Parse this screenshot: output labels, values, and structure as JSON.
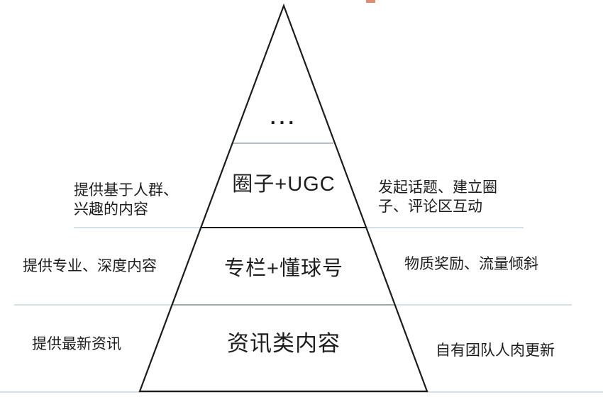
{
  "diagram": {
    "ellipsis": "...",
    "levels": {
      "ugc": {
        "center": "圈子+UGC",
        "left_line1": "提供基于人群、",
        "left_line2": "兴趣的内容",
        "right_line1": "发起话题、建立圈",
        "right_line2": "子、评论区互动"
      },
      "column": {
        "center": "专栏+懂球号",
        "left": "提供专业、深度内容",
        "right": "物质奖励、流量倾斜"
      },
      "news": {
        "center": "资讯类内容",
        "left": "提供最新资讯",
        "right": "自有团队人肉更新"
      }
    }
  },
  "colors": {
    "pyramid_stroke": "#1c1c1c",
    "divider_top": "#8096ac",
    "divider_mid": "#141414",
    "divider_low": "#5e7a6e",
    "extension_line": "#aabfcc",
    "accent_mark": "#dc8e6e",
    "text": "#1d1d1d",
    "background": "#ffffff"
  }
}
